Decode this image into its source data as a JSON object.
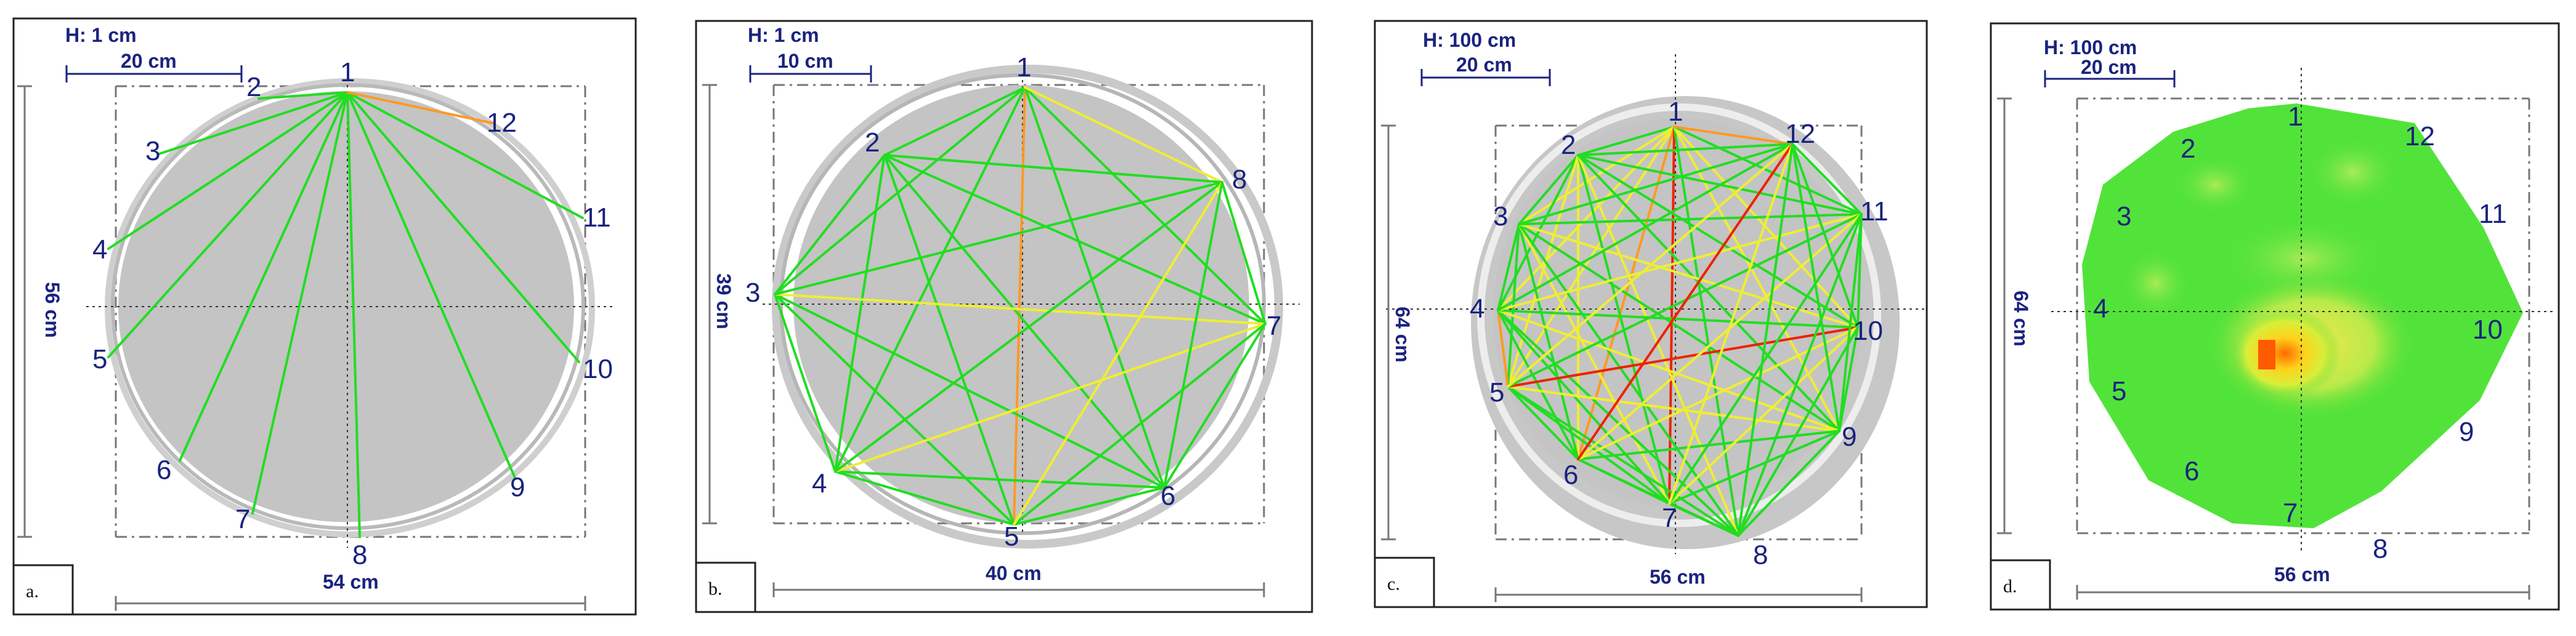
{
  "panels": [
    {
      "caption": "a.",
      "height_label": "H: 1 cm",
      "scale_label": "20 cm",
      "width_label": "54 cm",
      "depth_label": "56 cm",
      "view": "paths",
      "nodes": [
        "1",
        "2",
        "3",
        "4",
        "5",
        "6",
        "7",
        "8",
        "9",
        "10",
        "11",
        "12"
      ],
      "edges": [
        [
          "1",
          "2",
          "green"
        ],
        [
          "1",
          "3",
          "green"
        ],
        [
          "1",
          "4",
          "green"
        ],
        [
          "1",
          "5",
          "green"
        ],
        [
          "1",
          "6",
          "green"
        ],
        [
          "1",
          "7",
          "green"
        ],
        [
          "1",
          "8",
          "green"
        ],
        [
          "1",
          "9",
          "green"
        ],
        [
          "1",
          "10",
          "green"
        ],
        [
          "1",
          "11",
          "green"
        ],
        [
          "1",
          "12",
          "orange"
        ]
      ]
    },
    {
      "caption": "b.",
      "height_label": "H: 1 cm",
      "scale_label": "10 cm",
      "width_label": "40 cm",
      "depth_label": "39 cm",
      "view": "paths",
      "nodes": [
        "1",
        "2",
        "3",
        "4",
        "5",
        "6",
        "7",
        "8"
      ],
      "edges": [
        [
          "1",
          "2",
          "green"
        ],
        [
          "1",
          "3",
          "green"
        ],
        [
          "1",
          "4",
          "green"
        ],
        [
          "1",
          "5",
          "orange"
        ],
        [
          "1",
          "6",
          "green"
        ],
        [
          "1",
          "7",
          "green"
        ],
        [
          "1",
          "8",
          "yellow"
        ],
        [
          "2",
          "3",
          "green"
        ],
        [
          "2",
          "4",
          "green"
        ],
        [
          "2",
          "5",
          "green"
        ],
        [
          "2",
          "6",
          "green"
        ],
        [
          "2",
          "7",
          "green"
        ],
        [
          "2",
          "8",
          "green"
        ],
        [
          "3",
          "4",
          "green"
        ],
        [
          "3",
          "5",
          "green"
        ],
        [
          "3",
          "6",
          "green"
        ],
        [
          "3",
          "7",
          "yellow"
        ],
        [
          "3",
          "8",
          "green"
        ],
        [
          "4",
          "5",
          "green"
        ],
        [
          "4",
          "6",
          "green"
        ],
        [
          "4",
          "7",
          "yellow"
        ],
        [
          "4",
          "8",
          "green"
        ],
        [
          "5",
          "6",
          "green"
        ],
        [
          "5",
          "7",
          "green"
        ],
        [
          "5",
          "8",
          "yellow"
        ],
        [
          "6",
          "7",
          "green"
        ],
        [
          "6",
          "8",
          "green"
        ],
        [
          "7",
          "8",
          "green"
        ]
      ]
    },
    {
      "caption": "c.",
      "height_label": "H: 100 cm",
      "scale_label": "20 cm",
      "width_label": "56 cm",
      "depth_label": "64 cm",
      "view": "paths",
      "nodes": [
        "1",
        "2",
        "3",
        "4",
        "5",
        "6",
        "7",
        "8",
        "9",
        "10",
        "11",
        "12"
      ],
      "edges": [
        [
          "1",
          "2",
          "green"
        ],
        [
          "1",
          "3",
          "yellow"
        ],
        [
          "1",
          "4",
          "yellow"
        ],
        [
          "1",
          "5",
          "yellow"
        ],
        [
          "1",
          "6",
          "orange"
        ],
        [
          "1",
          "7",
          "red"
        ],
        [
          "1",
          "8",
          "green"
        ],
        [
          "1",
          "9",
          "yellow"
        ],
        [
          "1",
          "10",
          "yellow"
        ],
        [
          "1",
          "11",
          "green"
        ],
        [
          "1",
          "12",
          "orange"
        ],
        [
          "2",
          "3",
          "green"
        ],
        [
          "2",
          "4",
          "green"
        ],
        [
          "2",
          "5",
          "yellow"
        ],
        [
          "2",
          "6",
          "yellow"
        ],
        [
          "2",
          "7",
          "green"
        ],
        [
          "2",
          "8",
          "yellow"
        ],
        [
          "2",
          "9",
          "green"
        ],
        [
          "2",
          "10",
          "green"
        ],
        [
          "2",
          "11",
          "green"
        ],
        [
          "2",
          "12",
          "green"
        ],
        [
          "3",
          "4",
          "green"
        ],
        [
          "3",
          "5",
          "green"
        ],
        [
          "3",
          "6",
          "green"
        ],
        [
          "3",
          "7",
          "yellow"
        ],
        [
          "3",
          "8",
          "green"
        ],
        [
          "3",
          "9",
          "green"
        ],
        [
          "3",
          "10",
          "yellow"
        ],
        [
          "3",
          "11",
          "green"
        ],
        [
          "3",
          "12",
          "green"
        ],
        [
          "4",
          "5",
          "orange"
        ],
        [
          "4",
          "6",
          "green"
        ],
        [
          "4",
          "7",
          "green"
        ],
        [
          "4",
          "8",
          "green"
        ],
        [
          "4",
          "9",
          "yellow"
        ],
        [
          "4",
          "10",
          "green"
        ],
        [
          "4",
          "11",
          "yellow"
        ],
        [
          "4",
          "12",
          "green"
        ],
        [
          "5",
          "6",
          "green"
        ],
        [
          "5",
          "7",
          "green"
        ],
        [
          "5",
          "8",
          "green"
        ],
        [
          "5",
          "9",
          "yellow"
        ],
        [
          "5",
          "10",
          "red"
        ],
        [
          "5",
          "11",
          "green"
        ],
        [
          "5",
          "12",
          "yellow"
        ],
        [
          "6",
          "7",
          "green"
        ],
        [
          "6",
          "8",
          "green"
        ],
        [
          "6",
          "9",
          "green"
        ],
        [
          "6",
          "10",
          "yellow"
        ],
        [
          "6",
          "11",
          "yellow"
        ],
        [
          "6",
          "12",
          "red"
        ],
        [
          "7",
          "8",
          "green"
        ],
        [
          "7",
          "9",
          "green"
        ],
        [
          "7",
          "10",
          "yellow"
        ],
        [
          "7",
          "11",
          "green"
        ],
        [
          "7",
          "12",
          "yellow"
        ],
        [
          "8",
          "9",
          "green"
        ],
        [
          "8",
          "10",
          "green"
        ],
        [
          "8",
          "11",
          "green"
        ],
        [
          "8",
          "12",
          "green"
        ],
        [
          "9",
          "10",
          "green"
        ],
        [
          "9",
          "11",
          "green"
        ],
        [
          "9",
          "12",
          "green"
        ],
        [
          "10",
          "11",
          "green"
        ],
        [
          "10",
          "12",
          "green"
        ],
        [
          "11",
          "12",
          "green"
        ]
      ]
    },
    {
      "caption": "d.",
      "height_label": "H: 100 cm",
      "scale_label": "20 cm",
      "width_label": "56 cm",
      "depth_label": "64 cm",
      "view": "tomogram",
      "nodes": [
        "1",
        "2",
        "3",
        "4",
        "5",
        "6",
        "7",
        "8",
        "9",
        "10",
        "11",
        "12"
      ],
      "edges": []
    }
  ],
  "colors": {
    "green": "#22dd22",
    "light_green": "#88ee33",
    "yellow": "#eeee33",
    "orange": "#ff9922",
    "red": "#ee2200",
    "trunk_fill": "#c4c4c4",
    "trunk_outline": "#a8a8a8",
    "label": "#1a237e"
  }
}
